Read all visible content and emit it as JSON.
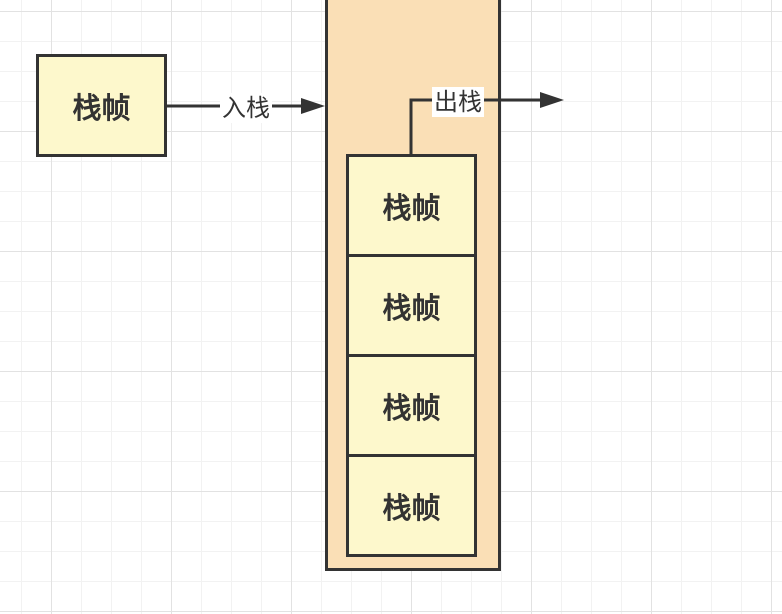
{
  "diagram": {
    "incoming_frame": {
      "label": "栈帧"
    },
    "stack_frames": [
      {
        "label": "栈帧"
      },
      {
        "label": "栈帧"
      },
      {
        "label": "栈帧"
      },
      {
        "label": "栈帧"
      }
    ],
    "edges": {
      "push": {
        "label": "入栈"
      },
      "pop": {
        "label": "出栈"
      }
    },
    "colors": {
      "stack_fill": "#fadfb6",
      "frame_fill": "#fdf8cc",
      "stroke": "#333333",
      "grid_major": "#e2e2e2",
      "grid_minor": "#f2f2f2"
    }
  }
}
